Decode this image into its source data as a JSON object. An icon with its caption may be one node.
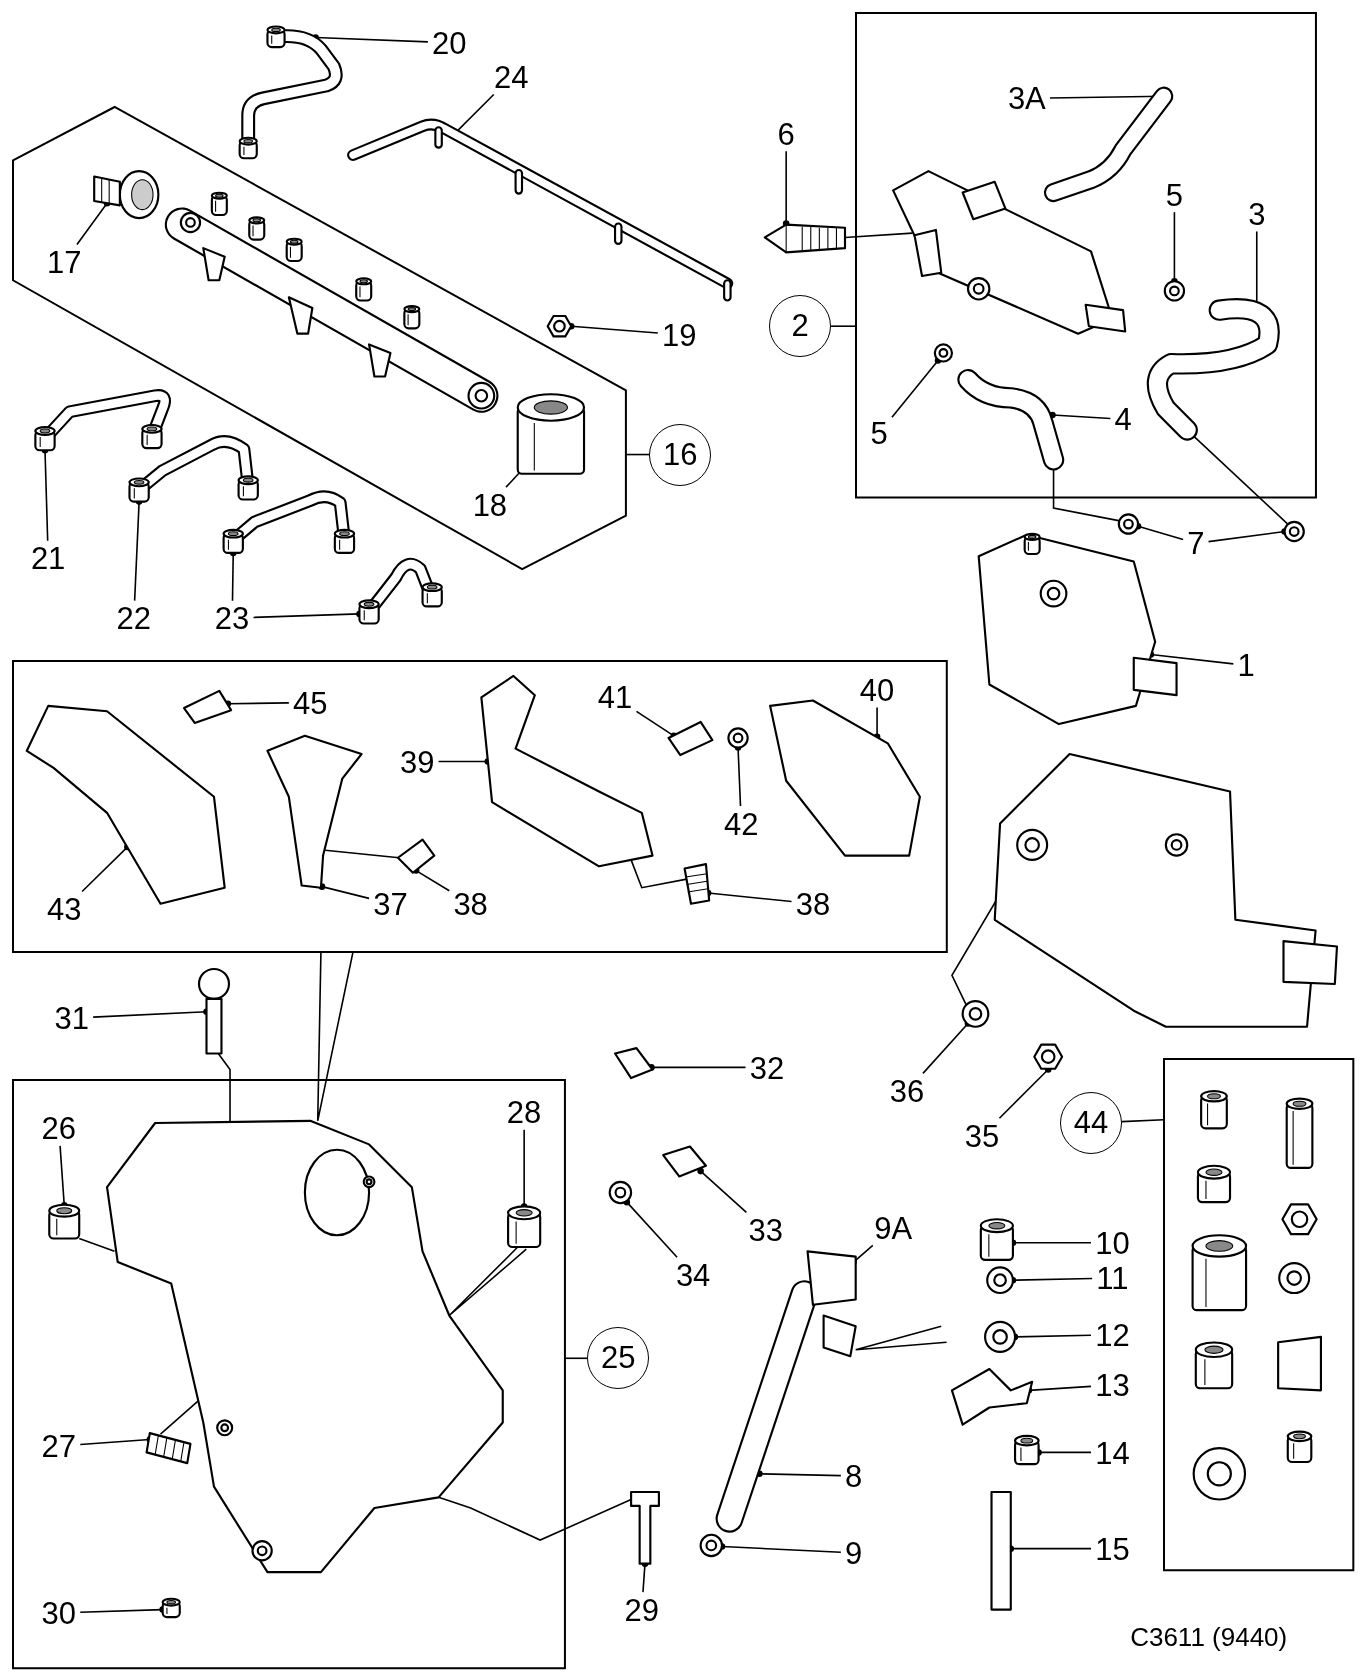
{
  "diagram": {
    "nodes": [
      {
        "text": [],
        "shape": "box"
      },
      {
        "text": [
          "20"
        ]
      },
      {
        "text": [
          "24"
        ]
      },
      {
        "text": [],
        "shape": "box"
      },
      {
        "text": [
          "3A"
        ],
        "in": 3
      },
      {
        "text": [
          "6"
        ]
      },
      {
        "text": [
          "5"
        ],
        "in": 3
      },
      {
        "text": [
          "3"
        ],
        "in": 3
      },
      {
        "text": [
          "17"
        ],
        "in": 0
      },
      {
        "text": [
          "19"
        ]
      },
      {
        "text": [
          "2"
        ]
      },
      {
        "text": [
          "5"
        ],
        "in": 3
      },
      {
        "text": [
          "4"
        ],
        "in": 3
      },
      {
        "text": [
          "16"
        ]
      },
      {
        "text": [
          "18"
        ],
        "in": 0
      },
      {
        "text": [
          "21"
        ]
      },
      {
        "text": [
          "7"
        ]
      },
      {
        "text": [
          "22"
        ]
      },
      {
        "text": [
          "23"
        ]
      },
      {
        "text": [
          "1"
        ]
      },
      {
        "text": [],
        "shape": "box"
      },
      {
        "text": [
          "41"
        ],
        "in": 20
      },
      {
        "text": [
          "40"
        ],
        "in": 20
      },
      {
        "text": [
          "45"
        ],
        "in": 20
      },
      {
        "text": [
          "39"
        ],
        "in": 20
      },
      {
        "text": [
          "42"
        ],
        "in": 20
      },
      {
        "text": [
          "43"
        ],
        "in": 20
      },
      {
        "text": [
          "37"
        ],
        "in": 20
      },
      {
        "text": [
          "38"
        ],
        "in": 20
      },
      {
        "text": [
          "38"
        ],
        "in": 20
      },
      {
        "text": [
          "31"
        ]
      },
      {
        "text": [
          "32"
        ]
      },
      {
        "text": [
          "36"
        ]
      },
      {
        "text": [],
        "shape": "box"
      },
      {
        "text": [],
        "shape": "box"
      },
      {
        "text": [
          "26"
        ],
        "in": 33
      },
      {
        "text": [
          "28"
        ],
        "in": 33
      },
      {
        "text": [
          "44"
        ]
      },
      {
        "text": [
          "35"
        ]
      },
      {
        "text": [
          "33"
        ]
      },
      {
        "text": [
          "34"
        ]
      },
      {
        "text": [
          "9A"
        ]
      },
      {
        "text": [
          "10"
        ]
      },
      {
        "text": [
          "11"
        ]
      },
      {
        "text": [
          "12"
        ]
      },
      {
        "text": [
          "25"
        ]
      },
      {
        "text": [
          "13"
        ]
      },
      {
        "text": [
          "27"
        ],
        "in": 33
      },
      {
        "text": [
          "14"
        ]
      },
      {
        "text": [
          "8"
        ]
      },
      {
        "text": [
          "9"
        ]
      },
      {
        "text": [
          "15"
        ]
      },
      {
        "text": [
          "29"
        ]
      },
      {
        "text": [
          "30"
        ],
        "in": 33
      },
      {
        "text": [],
        "shape": "picture"
      },
      {
        "text": [],
        "shape": "picture"
      },
      {
        "text": [],
        "shape": "picture",
        "in": 0
      },
      {
        "text": [],
        "shape": "picture",
        "in": 0
      },
      {
        "text": [],
        "shape": "picture"
      },
      {
        "text": [],
        "shape": "picture",
        "in": 0
      },
      {
        "text": [],
        "shape": "picture"
      },
      {
        "text": [],
        "shape": "picture"
      },
      {
        "text": [],
        "shape": "picture"
      },
      {
        "text": [],
        "shape": "picture"
      },
      {
        "text": [],
        "shape": "picture",
        "in": 3
      },
      {
        "text": [],
        "shape": "picture",
        "in": 3
      },
      {
        "text": [],
        "shape": "picture",
        "in": 3
      },
      {
        "text": [],
        "shape": "picture",
        "in": 3
      },
      {
        "text": [],
        "shape": "picture",
        "in": 3
      },
      {
        "text": [],
        "shape": "picture",
        "in": 3
      },
      {
        "text": [],
        "shape": "picture"
      },
      {
        "text": [],
        "shape": "picture"
      },
      {
        "text": [],
        "shape": "picture"
      },
      {
        "text": [],
        "shape": "picture"
      },
      {
        "text": [],
        "shape": "picture",
        "in": 20
      },
      {
        "text": [],
        "shape": "picture",
        "in": 20
      },
      {
        "text": [],
        "shape": "picture",
        "in": 20
      },
      {
        "text": [],
        "shape": "picture",
        "in": 20
      },
      {
        "text": [],
        "shape": "picture",
        "in": 20
      },
      {
        "text": [],
        "shape": "picture",
        "in": 20
      },
      {
        "text": [],
        "shape": "picture",
        "in": 20
      },
      {
        "text": [],
        "shape": "picture",
        "in": 20
      },
      {
        "text": [],
        "shape": "picture",
        "in": 20
      },
      {
        "text": [],
        "shape": "picture"
      },
      {
        "text": [],
        "shape": "picture"
      },
      {
        "text": [],
        "shape": "picture"
      },
      {
        "text": [],
        "shape": "picture"
      },
      {
        "text": [],
        "shape": "picture"
      },
      {
        "text": [],
        "shape": "picture",
        "in": 33
      },
      {
        "text": [],
        "shape": "picture",
        "in": 33
      },
      {
        "text": [],
        "shape": "picture",
        "in": 33
      },
      {
        "text": [],
        "shape": "picture",
        "in": 33
      },
      {
        "text": [],
        "shape": "picture",
        "in": 33
      },
      {
        "text": [],
        "shape": "picture"
      },
      {
        "text": [],
        "shape": "picture"
      },
      {
        "text": [],
        "shape": "picture"
      },
      {
        "text": [],
        "shape": "picture"
      },
      {
        "text": [],
        "shape": "picture"
      },
      {
        "text": [],
        "shape": "picture"
      },
      {
        "text": [],
        "shape": "picture"
      },
      {
        "text": [],
        "shape": "picture"
      },
      {
        "text": [],
        "shape": "picture"
      },
      {
        "text": [],
        "shape": "picture"
      },
      {
        "text": [],
        "shape": "picture"
      }
    ],
    "edges": [
      {
        "from": 1,
        "to": 54,
        "arrow": "other"
      },
      {
        "from": 2,
        "to": 55,
        "arrow": "other"
      },
      {
        "from": 4,
        "to": 64,
        "arrow": "other"
      },
      {
        "from": 5,
        "to": 70,
        "arrow": "other"
      },
      {
        "from": 6,
        "to": 66,
        "arrow": "other"
      },
      {
        "from": 7,
        "to": 67,
        "arrow": "other"
      },
      {
        "from": 8,
        "to": 56,
        "arrow": "other"
      },
      {
        "from": 9,
        "to": 58,
        "arrow": "other"
      },
      {
        "from": 10,
        "to": 3,
        "arrow": "none"
      },
      {
        "from": 11,
        "to": 68,
        "arrow": "other"
      },
      {
        "from": 12,
        "to": 69,
        "arrow": "other"
      },
      {
        "from": 13,
        "to": 0,
        "arrow": "none"
      },
      {
        "from": 14,
        "to": 59,
        "arrow": "other"
      },
      {
        "from": 15,
        "to": 60,
        "arrow": "other"
      },
      {
        "from": 16,
        "to": 71,
        "arrow": "other"
      },
      {
        "from": 16,
        "to": 72,
        "arrow": "other"
      },
      {
        "from": 17,
        "to": 61,
        "arrow": "other"
      },
      {
        "from": 18,
        "to": 62,
        "arrow": "other"
      },
      {
        "from": 18,
        "to": 63,
        "arrow": "other"
      },
      {
        "from": 19,
        "to": 73,
        "arrow": "other"
      },
      {
        "from": 21,
        "to": 79,
        "arrow": "other"
      },
      {
        "from": 22,
        "to": 81,
        "arrow": "other"
      },
      {
        "from": 23,
        "to": 74,
        "arrow": "other"
      },
      {
        "from": 24,
        "to": 78,
        "arrow": "other"
      },
      {
        "from": 25,
        "to": 80,
        "arrow": "other"
      },
      {
        "from": 26,
        "to": 75,
        "arrow": "other"
      },
      {
        "from": 27,
        "to": 76,
        "arrow": "other"
      },
      {
        "from": 28,
        "to": 77,
        "arrow": "other"
      },
      {
        "from": 29,
        "to": 82,
        "arrow": "other"
      },
      {
        "from": 30,
        "to": 86,
        "arrow": "other"
      },
      {
        "from": 31,
        "to": 87,
        "arrow": "other"
      },
      {
        "from": 32,
        "to": 84,
        "arrow": "other"
      },
      {
        "from": 20,
        "to": 88,
        "arrow": "none"
      },
      {
        "from": 37,
        "to": 34,
        "arrow": "none"
      },
      {
        "from": 38,
        "to": 85,
        "arrow": "other"
      },
      {
        "from": 35,
        "to": 89,
        "arrow": "other"
      },
      {
        "from": 36,
        "to": 90,
        "arrow": "other"
      },
      {
        "from": 39,
        "to": 93,
        "arrow": "other"
      },
      {
        "from": 40,
        "to": 94,
        "arrow": "other"
      },
      {
        "from": 41,
        "to": 95,
        "arrow": "other"
      },
      {
        "from": 42,
        "to": 98,
        "arrow": "other"
      },
      {
        "from": 43,
        "to": 99,
        "arrow": "other"
      },
      {
        "from": 44,
        "to": 100,
        "arrow": "other"
      },
      {
        "from": 45,
        "to": 33,
        "arrow": "none"
      },
      {
        "from": 46,
        "to": 101,
        "arrow": "other"
      },
      {
        "from": 47,
        "to": 91,
        "arrow": "other"
      },
      {
        "from": 48,
        "to": 102,
        "arrow": "other"
      },
      {
        "from": 49,
        "to": 95,
        "arrow": "other"
      },
      {
        "from": 50,
        "to": 96,
        "arrow": "other"
      },
      {
        "from": 51,
        "to": 103,
        "arrow": "other"
      },
      {
        "from": 52,
        "to": 97,
        "arrow": "other"
      },
      {
        "from": 53,
        "to": 92,
        "arrow": "other"
      },
      {
        "from": 70,
        "to": 65,
        "arrow": "none"
      },
      {
        "from": 69,
        "to": 71,
        "arrow": "none"
      },
      {
        "from": 83,
        "to": 84,
        "arrow": "none"
      },
      {
        "from": 86,
        "to": 88,
        "arrow": "none"
      },
      {
        "from": 89,
        "to": 88,
        "arrow": "none"
      },
      {
        "from": 90,
        "to": 88,
        "arrow": "none"
      },
      {
        "from": 91,
        "to": 88,
        "arrow": "none"
      },
      {
        "from": 88,
        "to": 97,
        "arrow": "none"
      },
      {
        "from": null,
        "to": 95,
        "arrow": "none"
      },
      {
        "from": 76,
        "to": 77,
        "arrow": "none"
      },
      {
        "from": 78,
        "to": 82,
        "arrow": "none"
      },
      {
        "from": 67,
        "to": 72,
        "arrow": "none"
      }
    ],
    "labels": [
      "C3611 (9440)"
    ]
  }
}
